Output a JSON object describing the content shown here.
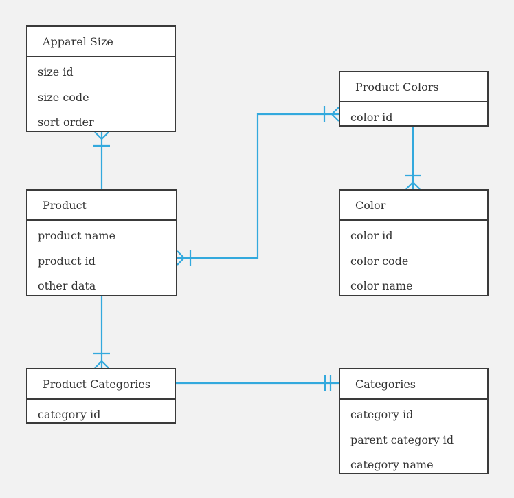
{
  "entities": {
    "apparel_size": {
      "title": "Apparel Size",
      "attributes": [
        "size id",
        "size code",
        "sort order"
      ]
    },
    "product_colors": {
      "title": "Product Colors",
      "attributes": [
        "color id"
      ]
    },
    "product": {
      "title": "Product",
      "attributes": [
        "product name",
        "product id",
        "other data"
      ]
    },
    "color": {
      "title": "Color",
      "attributes": [
        "color id",
        "color code",
        "color name"
      ]
    },
    "product_categories": {
      "title": "Product Categories",
      "attributes": [
        "category id"
      ]
    },
    "categories": {
      "title": "Categories",
      "attributes": [
        "category id",
        "parent category id",
        "category name"
      ]
    }
  },
  "colors": {
    "connector": "#33a9dd",
    "border": "#3a3a3a",
    "background": "#f2f2f2"
  }
}
